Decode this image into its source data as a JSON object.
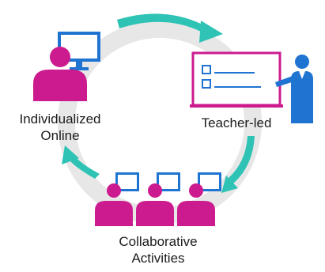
{
  "diagram": {
    "colors": {
      "ring": "#e7e7e7",
      "arrow": "#2ec3b5",
      "person": "#cc1b8f",
      "monitor": "#1f74d1",
      "monitor_screen": "#ffffff",
      "board": "#cc1b8f",
      "board_lines": "#1f74d1",
      "teacher": "#1f74d1",
      "text": "#1c1c1c"
    },
    "nodes": [
      {
        "id": "individualized-online",
        "lines": [
          "Individualized",
          "Online"
        ],
        "icon": "person-at-computer-icon"
      },
      {
        "id": "teacher-led",
        "lines": [
          "Teacher-led"
        ],
        "icon": "teacher-at-whiteboard-icon"
      },
      {
        "id": "collaborative-activities",
        "lines": [
          "Collaborative",
          "Activities"
        ],
        "icon": "group-at-computers-icon"
      }
    ],
    "flow": [
      "individualized-online",
      "teacher-led",
      "collaborative-activities",
      "individualized-online"
    ]
  }
}
